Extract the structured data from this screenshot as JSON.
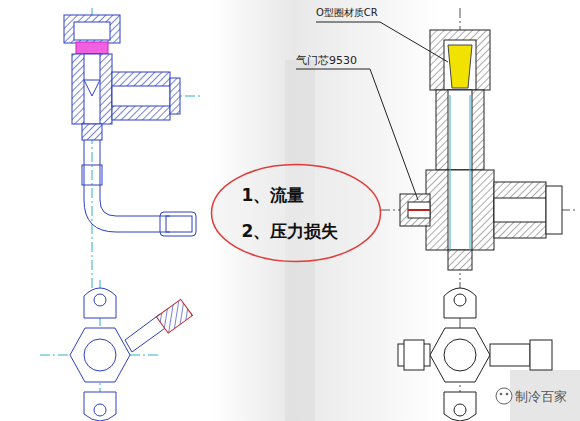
{
  "diagram": {
    "nodes": [
      {
        "text": [
          "1、流量",
          "2、压力损失"
        ]
      }
    ],
    "edges": [],
    "labels": [
      "O型圈材质CR",
      "气门芯9530",
      "制冷百家"
    ]
  }
}
